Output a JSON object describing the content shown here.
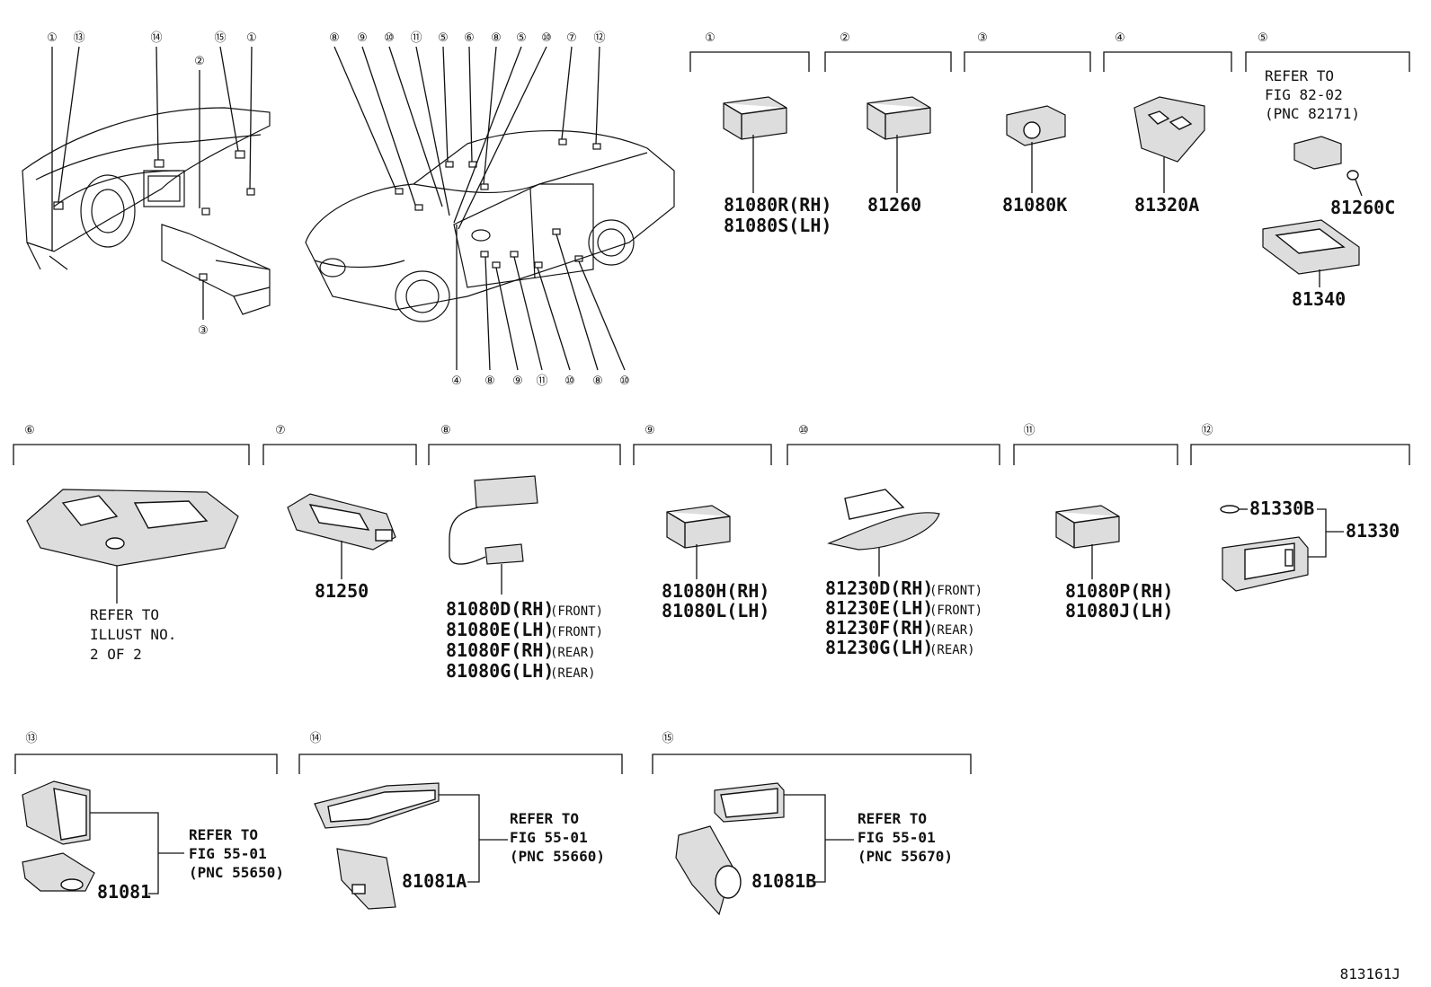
{
  "car_callouts_top": [
    "①",
    "⑬",
    "⑭",
    "⑮",
    "①",
    "⑧",
    "⑨",
    "⑩",
    "⑪",
    "⑤",
    "⑥",
    "⑧",
    "⑤",
    "⑩",
    "⑦",
    "⑫"
  ],
  "car_callouts_side": [
    "②",
    "③"
  ],
  "car_callouts_bottom": [
    "④",
    "⑧",
    "⑨",
    "⑪",
    "⑩",
    "⑧",
    "⑩"
  ],
  "sections": [
    {
      "num": "①",
      "parts": [
        "81080R(RH)",
        "81080S(LH)"
      ]
    },
    {
      "num": "②",
      "parts": [
        "81260"
      ]
    },
    {
      "num": "③",
      "parts": [
        "81080K"
      ]
    },
    {
      "num": "④",
      "parts": [
        "81320A"
      ]
    },
    {
      "num": "⑤",
      "ref": [
        "REFER TO",
        "FIG 82-02",
        "(PNC 82171)"
      ],
      "parts": [
        "81260C",
        "81340"
      ]
    },
    {
      "num": "⑥",
      "ref": [
        "REFER TO",
        "ILLUST NO.",
        "2 OF 2"
      ]
    },
    {
      "num": "⑦",
      "parts": [
        "81250"
      ]
    },
    {
      "num": "⑧",
      "parts": [
        "81080D(RH)",
        "81080E(LH)",
        "81080F(RH)",
        "81080G(LH)"
      ],
      "notes": [
        "(FRONT)",
        "(FRONT)",
        "(REAR)",
        "(REAR)"
      ]
    },
    {
      "num": "⑨",
      "parts": [
        "81080H(RH)",
        "81080L(LH)"
      ]
    },
    {
      "num": "⑩",
      "parts": [
        "81230D(RH)",
        "81230E(LH)",
        "81230F(RH)",
        "81230G(LH)"
      ],
      "notes": [
        "(FRONT)",
        "(FRONT)",
        "(REAR)",
        "(REAR)"
      ]
    },
    {
      "num": "⑪",
      "parts": [
        "81080P(RH)",
        "81080J(LH)"
      ]
    },
    {
      "num": "⑫",
      "parts": [
        "81330B",
        "81330"
      ]
    },
    {
      "num": "⑬",
      "parts": [
        "81081"
      ],
      "ref": [
        "REFER TO",
        "FIG 55-01",
        "(PNC 55650)"
      ]
    },
    {
      "num": "⑭",
      "parts": [
        "81081A"
      ],
      "ref": [
        "REFER TO",
        "FIG 55-01",
        "(PNC 55660)"
      ]
    },
    {
      "num": "⑮",
      "parts": [
        "81081B"
      ],
      "ref": [
        "REFER TO",
        "FIG 55-01",
        "(PNC 55670)"
      ]
    }
  ],
  "figure_code": "813161J"
}
